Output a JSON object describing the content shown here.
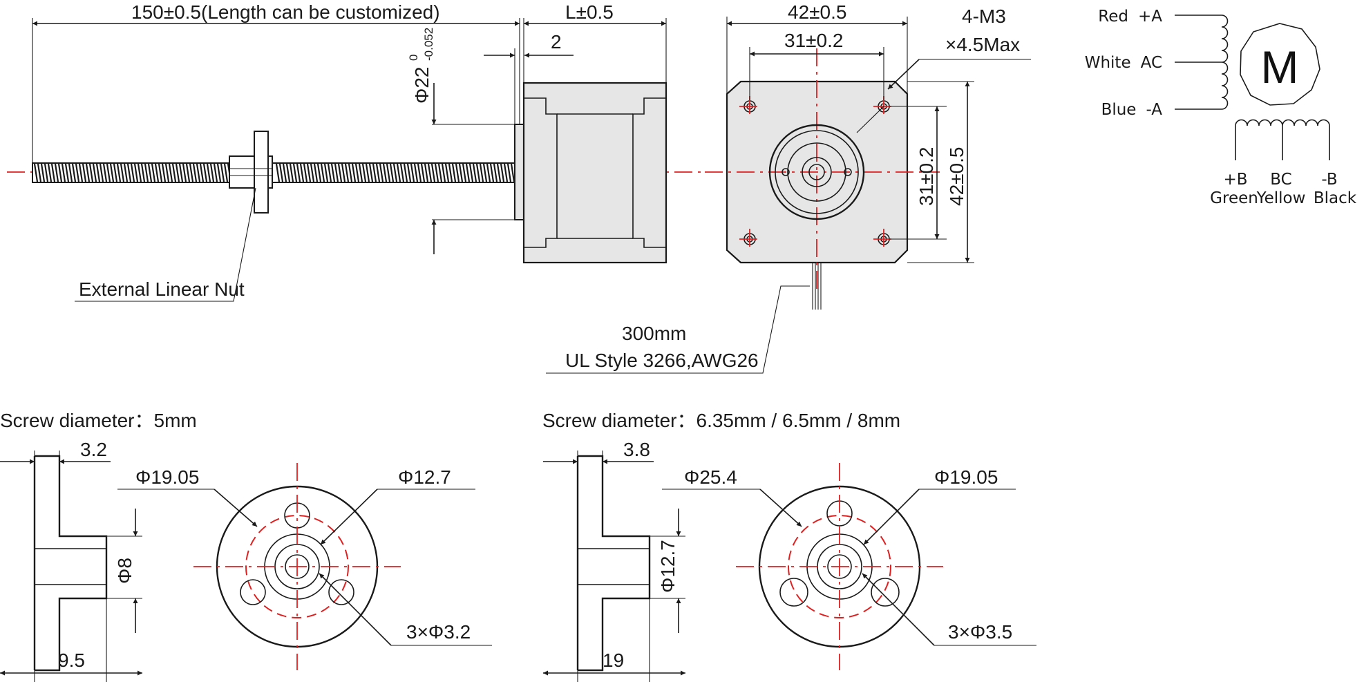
{
  "front_view": {
    "screw_length": "150±0.5(Length can be customized)",
    "motor_length": "L±0.5",
    "boss_height": "2",
    "boss_diameter_main": "Φ22",
    "boss_tol_upper": "0",
    "boss_tol_lower": "-0.052",
    "nut_label": "External Linear Nut"
  },
  "end_view": {
    "width": "42±0.5",
    "hole_spacing": "31±0.2",
    "mount_holes": "4-M3",
    "hole_depth": "×4.5Max",
    "hole_spacing_v": "31±0.2",
    "height": "42±0.5"
  },
  "cable": {
    "length": "300mm",
    "spec": "UL Style 3266,AWG26"
  },
  "wiring": {
    "motor_symbol": "M",
    "phase_a": [
      {
        "color": "Red",
        "signal": "+A"
      },
      {
        "color": "White",
        "signal": "AC"
      },
      {
        "color": "Blue",
        "signal": "-A"
      }
    ],
    "phase_b": [
      {
        "signal": "+B",
        "color": "Green"
      },
      {
        "signal": "BC",
        "color": "Yellow"
      },
      {
        "signal": "-B",
        "color": "Black"
      }
    ]
  },
  "nut_5mm": {
    "heading": "Screw diameter：5mm",
    "flange_thickness": "3.2",
    "outer_diameter": "Φ19.05",
    "pcd": "Φ12.7",
    "hub_diameter": "Φ8",
    "length": "9.5",
    "holes": "3×Φ3.2"
  },
  "nut_large": {
    "heading": "Screw diameter：6.35mm / 6.5mm / 8mm",
    "flange_thickness": "3.8",
    "outer_diameter": "Φ25.4",
    "pcd": "Φ19.05",
    "hub_diameter": "Φ12.7",
    "length": "19",
    "holes": "3×Φ3.5"
  },
  "colors": {
    "line": "#1a1a1a",
    "center_line": "#e02020",
    "body_fill": "#e6e6e6"
  }
}
